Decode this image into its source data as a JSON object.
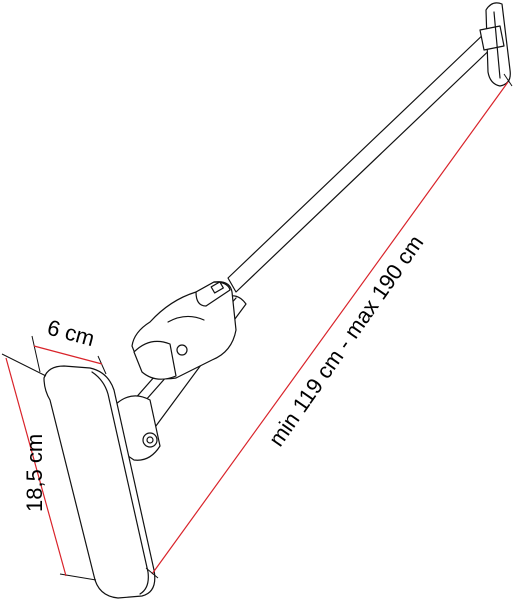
{
  "dimensions": {
    "length_label": "min 119 cm - max 190 cm",
    "width_label": "6 cm",
    "height_label": "18,5 cm"
  },
  "colors": {
    "dimension_line": "#d9232a",
    "outline": "#111111",
    "background": "#ffffff"
  }
}
